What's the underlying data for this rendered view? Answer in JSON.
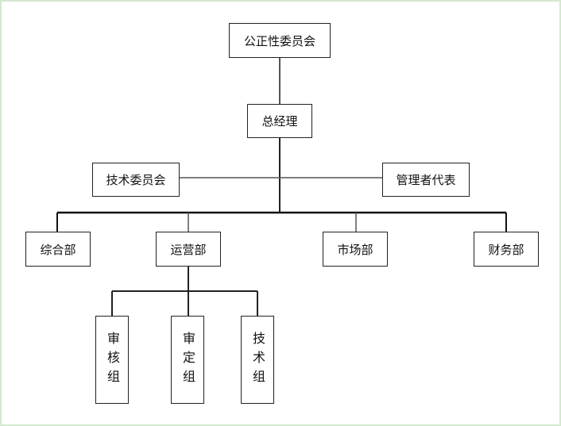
{
  "nodes": {
    "committee": "公正性委员会",
    "gm": "总经理",
    "tech_committee": "技术委员会",
    "mgmt_rep": "管理者代表",
    "general_dept": "综合部",
    "operations_dept": "运营部",
    "market_dept": "市场部",
    "finance_dept": "财务部",
    "review_group": "审核组",
    "approval_group": "审定组",
    "tech_group": "技术组"
  }
}
